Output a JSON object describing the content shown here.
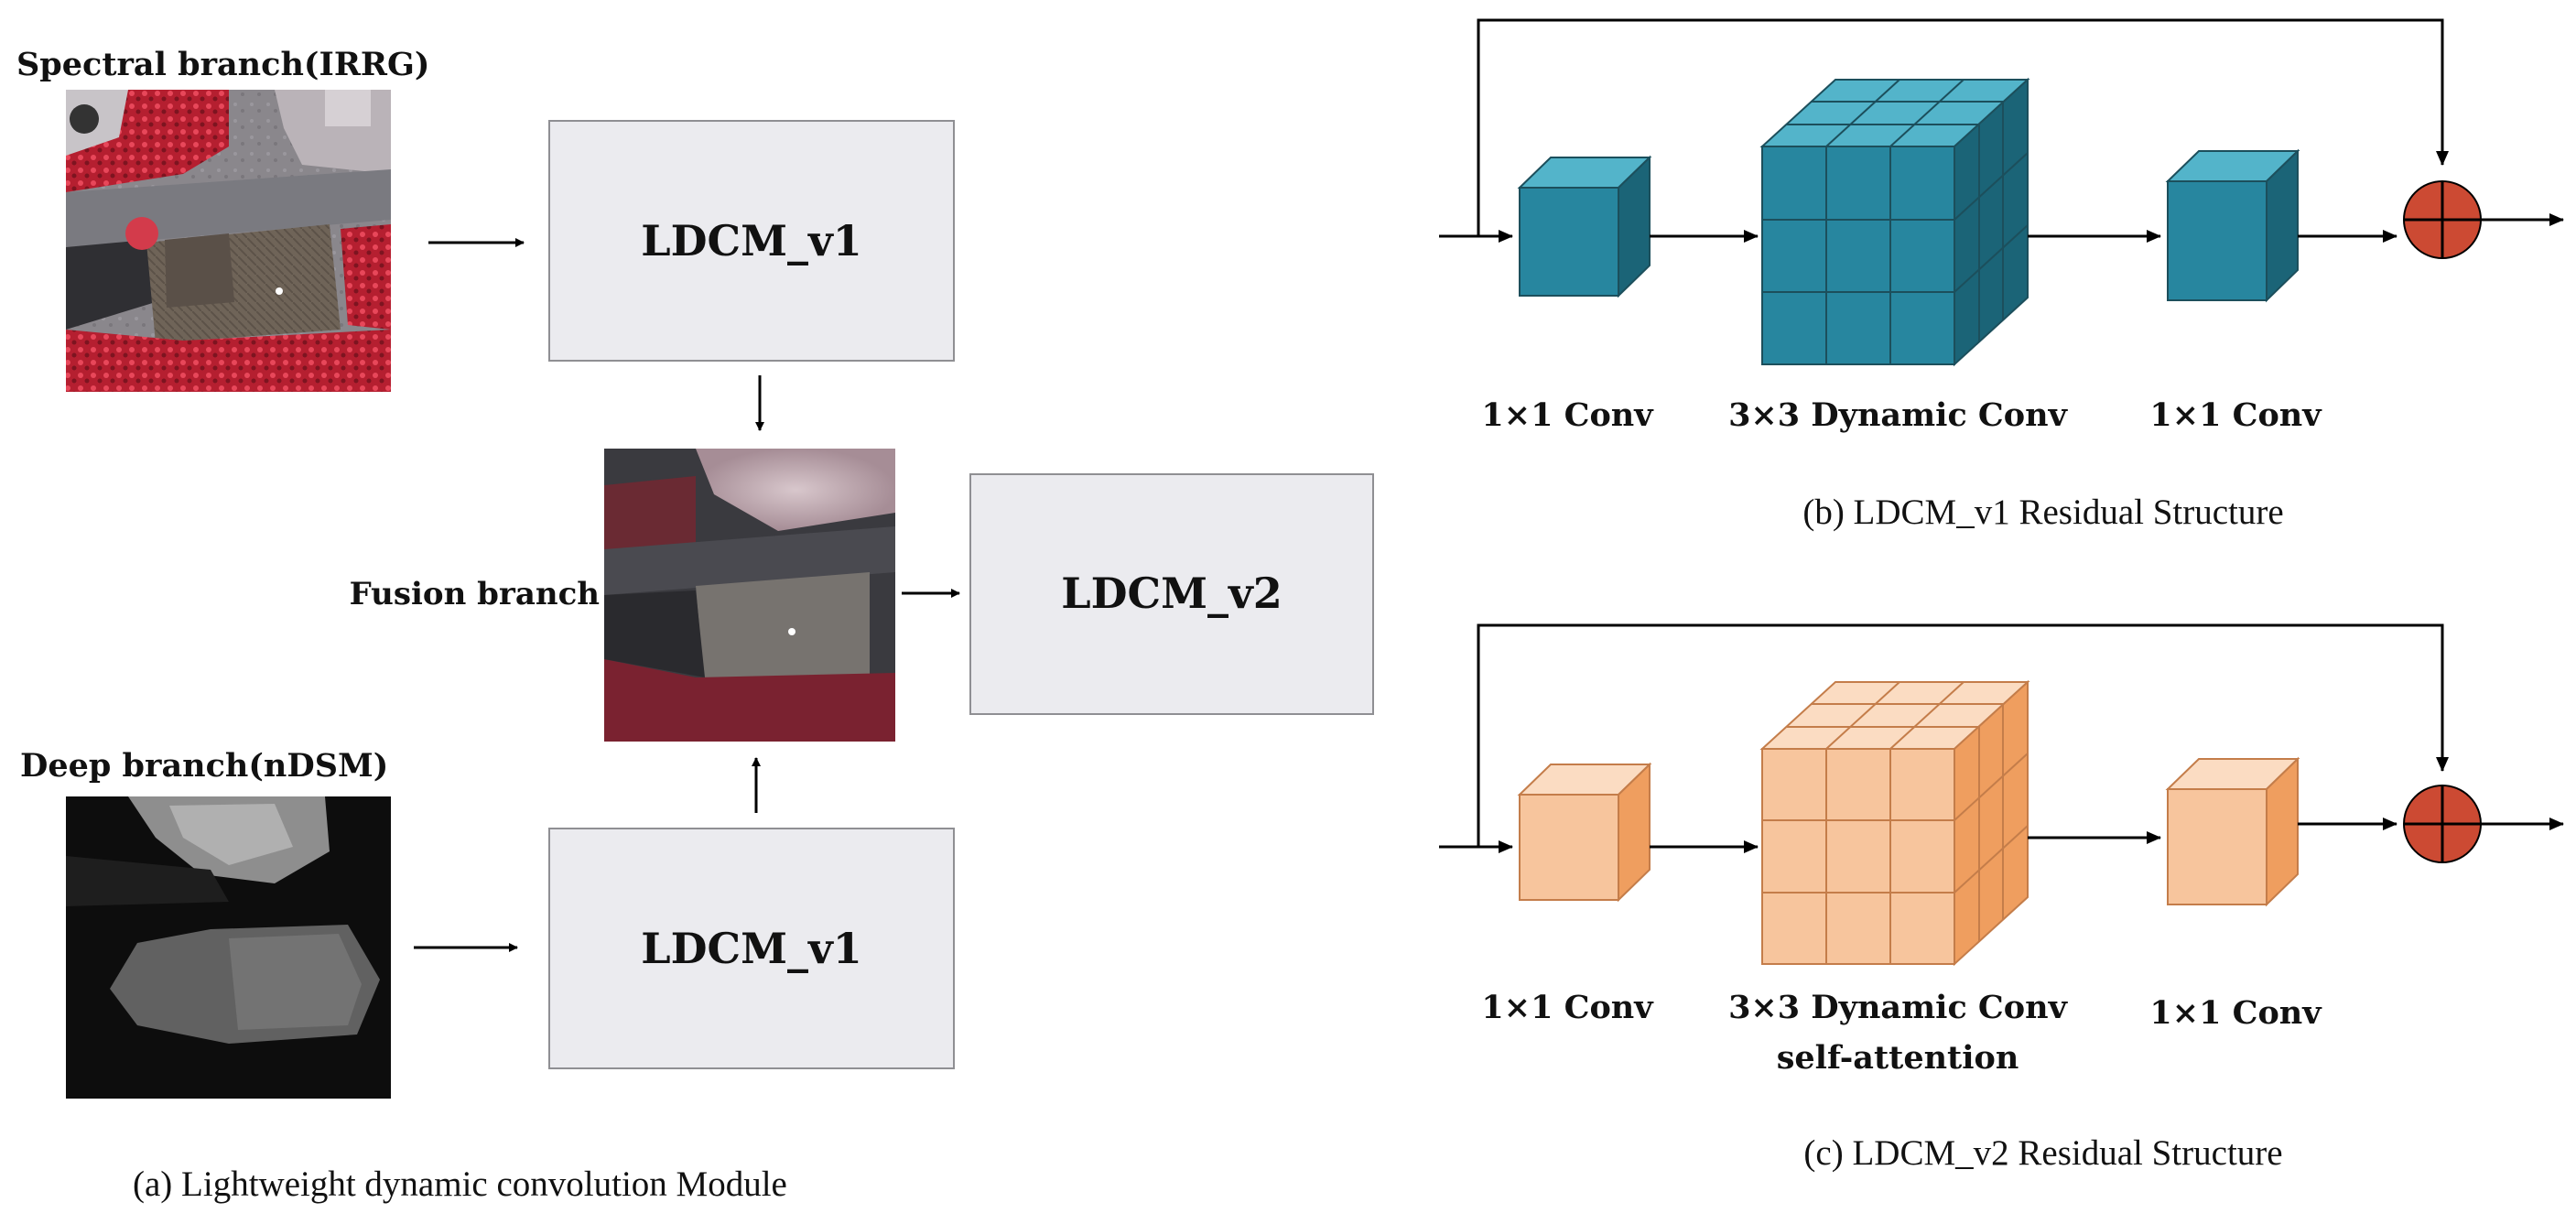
{
  "panel_a": {
    "spectral_label": "Spectral branch(IRRG)",
    "deep_label": "Deep branch(nDSM)",
    "fusion_label": "Fusion branch",
    "box_top": "LDCM_v1",
    "box_bottom": "LDCM_v1",
    "box_right": "LDCM_v2",
    "caption": "(a) Lightweight dynamic convolution Module"
  },
  "panel_b": {
    "label_1": "1×1 Conv",
    "label_2": "3×3 Dynamic Conv",
    "label_3": "1×1 Conv",
    "caption": "(b) LDCM_v1 Residual Structure"
  },
  "panel_c": {
    "label_1": "1×1 Conv",
    "label_2a": "3×3 Dynamic Conv",
    "label_2b": "self-attention",
    "label_3": "1×1 Conv",
    "caption": "(c) LDCM_v2 Residual Structure"
  },
  "colors": {
    "teal_front": "#27869f",
    "teal_top": "#53b4ca",
    "teal_side": "#1b6477",
    "peach_front": "#f7c59d",
    "peach_top": "#fbdcc2",
    "peach_side": "#ef9e5f",
    "add_node": "#cc4a33"
  }
}
